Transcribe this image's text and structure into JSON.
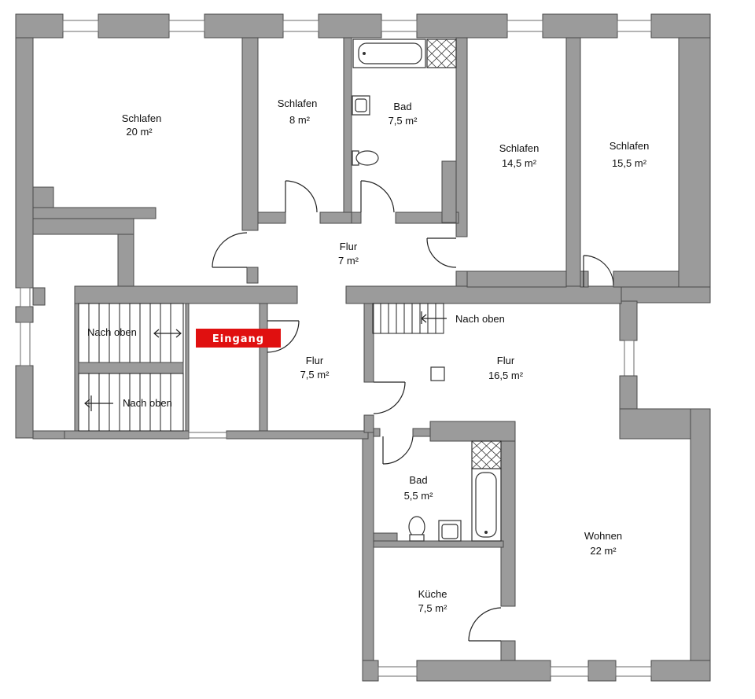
{
  "rooms": {
    "schlafen_20": {
      "name": "Schlafen",
      "area": "20 m²"
    },
    "schlafen_8": {
      "name": "Schlafen",
      "area": "8 m²"
    },
    "bad_75": {
      "name": "Bad",
      "area": "7,5 m²"
    },
    "schlafen_145": {
      "name": "Schlafen",
      "area": "14,5 m²"
    },
    "schlafen_155": {
      "name": "Schlafen",
      "area": "15,5 m²"
    },
    "flur_7": {
      "name": "Flur",
      "area": "7 m²"
    },
    "flur_75": {
      "name": "Flur",
      "area": "7,5 m²"
    },
    "flur_165": {
      "name": "Flur",
      "area": "16,5 m²"
    },
    "bad_55": {
      "name": "Bad",
      "area": "5,5 m²"
    },
    "wohnen_22": {
      "name": "Wohnen",
      "area": "22 m²"
    },
    "kueche_75": {
      "name": "Küche",
      "area": "7,5 m²"
    }
  },
  "stairs": {
    "upper_left": "Nach oben",
    "lower_left": "Nach oben",
    "right": "Nach oben"
  },
  "entrance": {
    "label": "Eingang",
    "color": "#e01010"
  },
  "colors": {
    "wall": "#9b9b9b",
    "outline": "#4a4a4a"
  }
}
